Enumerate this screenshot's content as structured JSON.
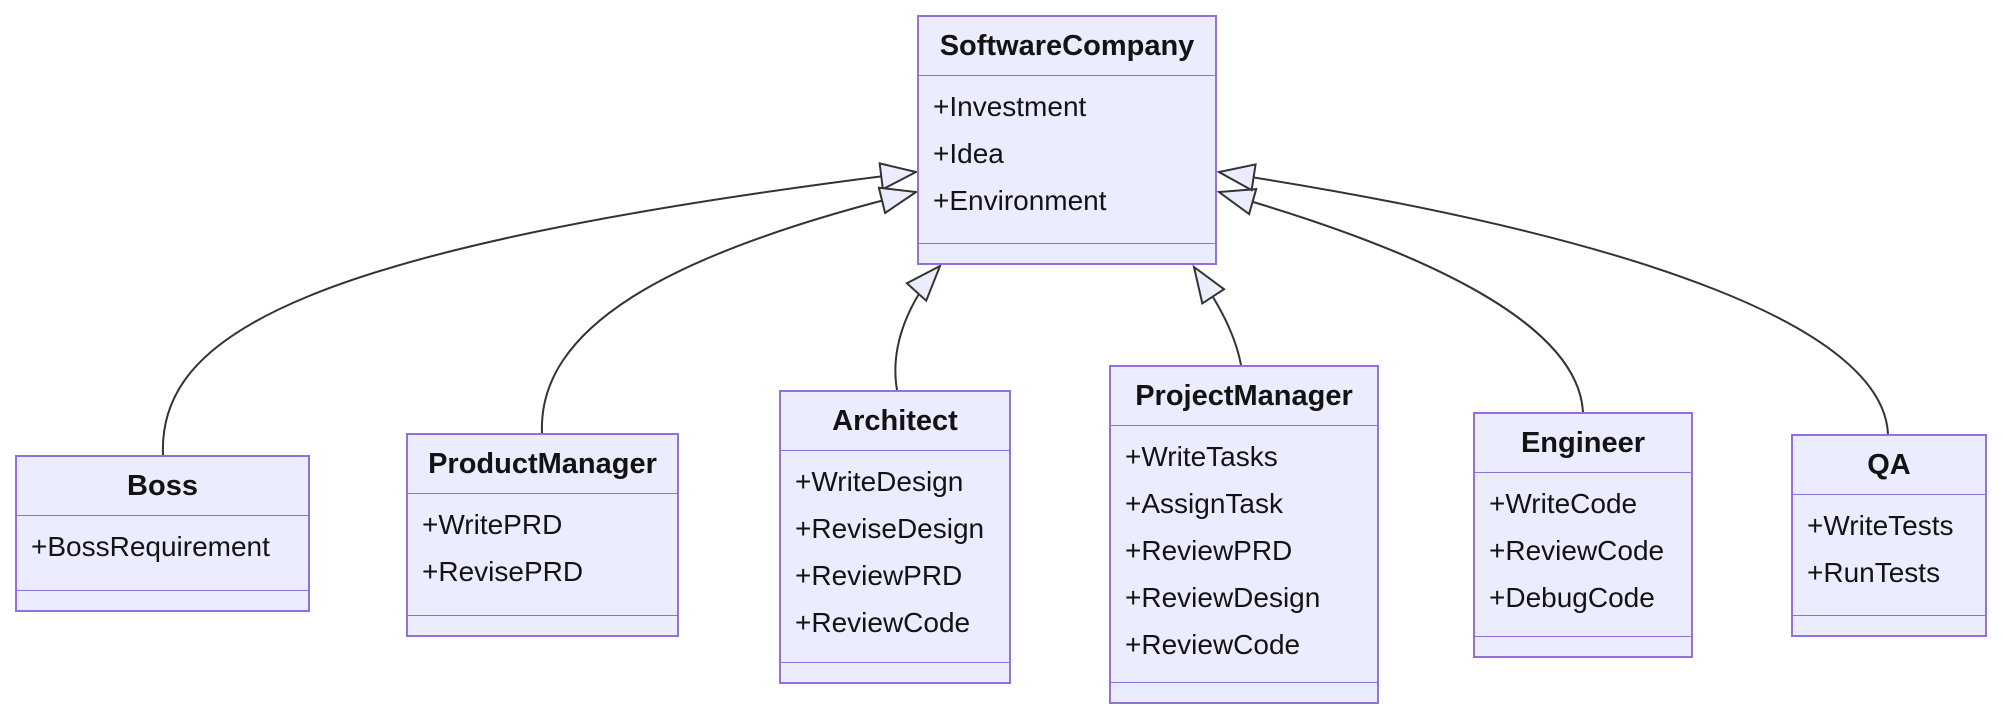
{
  "diagram": {
    "type": "class-diagram",
    "colors": {
      "node_fill": "#ECECFF",
      "node_border": "#9370DB",
      "line": "#333333",
      "text": "#131313"
    },
    "classes": [
      {
        "name": "SoftwareCompany",
        "attributes": [
          "+Investment",
          "+Idea",
          "+Environment"
        ],
        "methods": []
      },
      {
        "name": "Boss",
        "attributes": [
          "+BossRequirement"
        ],
        "methods": []
      },
      {
        "name": "ProductManager",
        "attributes": [
          "+WritePRD",
          "+RevisePRD"
        ],
        "methods": []
      },
      {
        "name": "Architect",
        "attributes": [
          "+WriteDesign",
          "+ReviseDesign",
          "+ReviewPRD",
          "+ReviewCode"
        ],
        "methods": []
      },
      {
        "name": "ProjectManager",
        "attributes": [
          "+WriteTasks",
          "+AssignTask",
          "+ReviewPRD",
          "+ReviewDesign",
          "+ReviewCode"
        ],
        "methods": []
      },
      {
        "name": "Engineer",
        "attributes": [
          "+WriteCode",
          "+ReviewCode",
          "+DebugCode"
        ],
        "methods": []
      },
      {
        "name": "QA",
        "attributes": [
          "+WriteTests",
          "+RunTests"
        ],
        "methods": []
      }
    ],
    "relations": [
      {
        "from": "Boss",
        "to": "SoftwareCompany",
        "type": "inheritance"
      },
      {
        "from": "ProductManager",
        "to": "SoftwareCompany",
        "type": "inheritance"
      },
      {
        "from": "Architect",
        "to": "SoftwareCompany",
        "type": "inheritance"
      },
      {
        "from": "ProjectManager",
        "to": "SoftwareCompany",
        "type": "inheritance"
      },
      {
        "from": "Engineer",
        "to": "SoftwareCompany",
        "type": "inheritance"
      },
      {
        "from": "QA",
        "to": "SoftwareCompany",
        "type": "inheritance"
      }
    ]
  }
}
